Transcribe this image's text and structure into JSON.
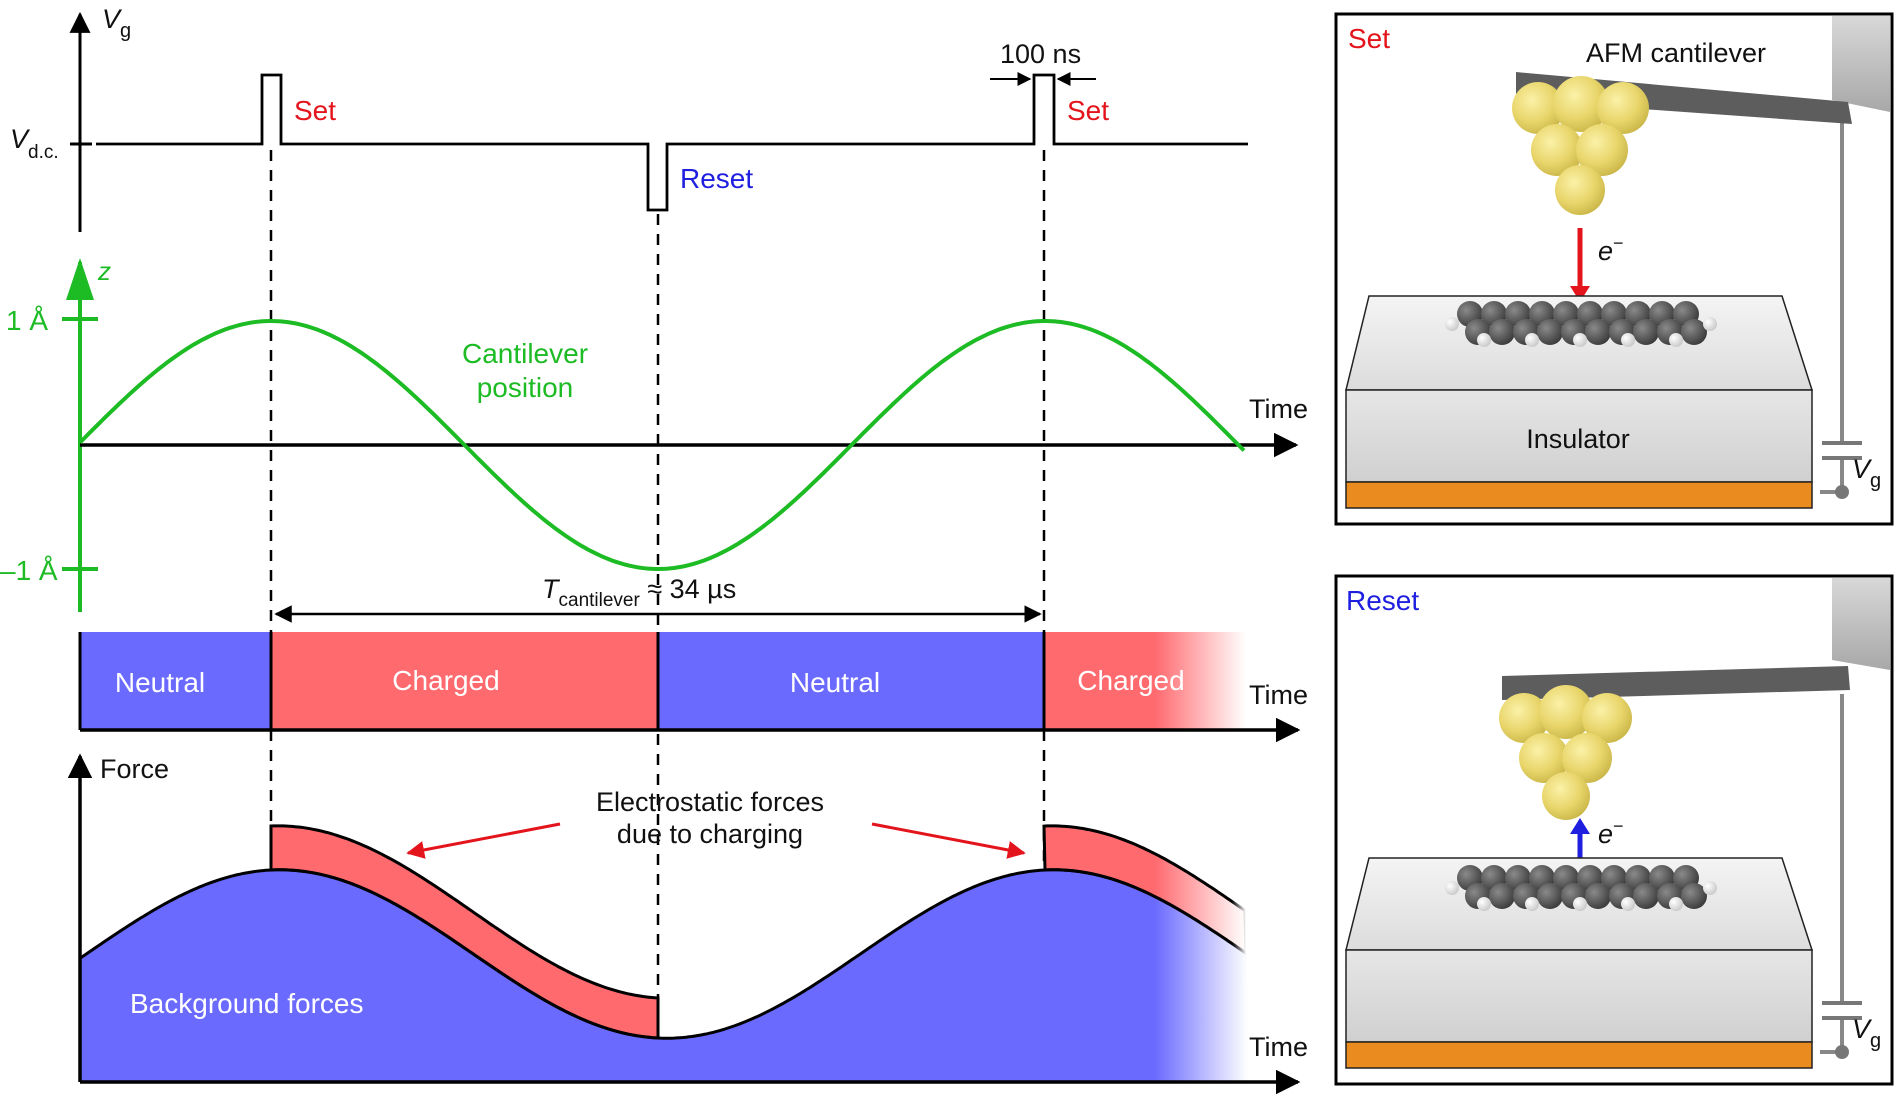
{
  "colors": {
    "set_red": "#e3141b",
    "reset_blue": "#1f1fe0",
    "cantilever_green": "#1dbb24",
    "neutral_blue": "#6a6aff",
    "charged_red": "#ff6a6f",
    "gold": "#e8d56a",
    "orange": "#e98b1e"
  },
  "gate": {
    "axis_var": "V",
    "axis_sub": "g",
    "dc_var": "V",
    "dc_sub": "d.c.",
    "pulse_width": "100 ns",
    "set_label_1": "Set",
    "reset_label": "Reset",
    "set_label_2": "Set"
  },
  "position": {
    "axis_label": "z",
    "tick_top": "1 Å",
    "tick_bottom": "–1 Å",
    "curve_label_1": "Cantilever",
    "curve_label_2": "position",
    "time_label": "Time",
    "period_T": "T",
    "period_sub": "cantilever",
    "period_value": " ≈ 34 µs"
  },
  "charge_state": {
    "segments": [
      "Neutral",
      "Charged",
      "Neutral",
      "Charged"
    ],
    "time_label": "Time"
  },
  "force": {
    "axis_label": "Force",
    "annotation_1": "Electrostatic forces",
    "annotation_2": "due to charging",
    "background_label": "Background forces",
    "time_label": "Time"
  },
  "panel_set": {
    "title": "Set",
    "cantilever_label": "AFM cantilever",
    "electron_label": "e",
    "electron_sup": "−",
    "insulator_label": "Insulator",
    "vg_var": "V",
    "vg_sub": "g"
  },
  "panel_reset": {
    "title": "Reset",
    "electron_label": "e",
    "electron_sup": "−",
    "vg_var": "V",
    "vg_sub": "g"
  }
}
